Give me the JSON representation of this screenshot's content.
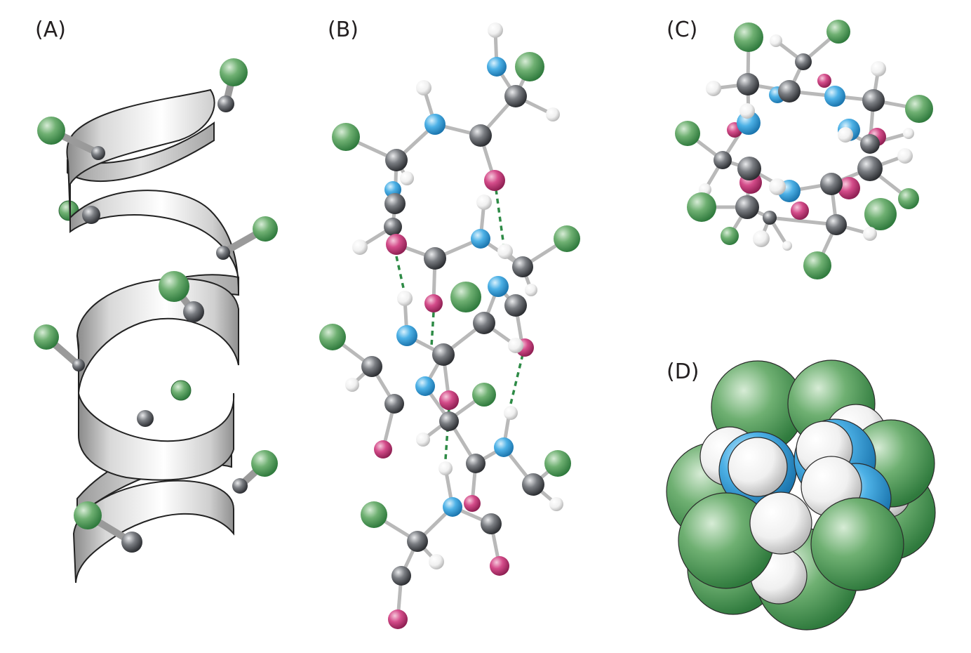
{
  "panels": [
    {
      "id": "A",
      "label": "(A)"
    },
    {
      "id": "B",
      "label": "(B)"
    },
    {
      "id": "C",
      "label": "(C)"
    },
    {
      "id": "D",
      "label": "(D)"
    }
  ],
  "atom_colors": {
    "side_chain": "#4e9a5a",
    "carbon": "#5e6166",
    "nitrogen": "#3aa2d8",
    "oxygen": "#c8367a",
    "hydrogen": "#f2f2f2",
    "hbond": "#2e8b46"
  }
}
